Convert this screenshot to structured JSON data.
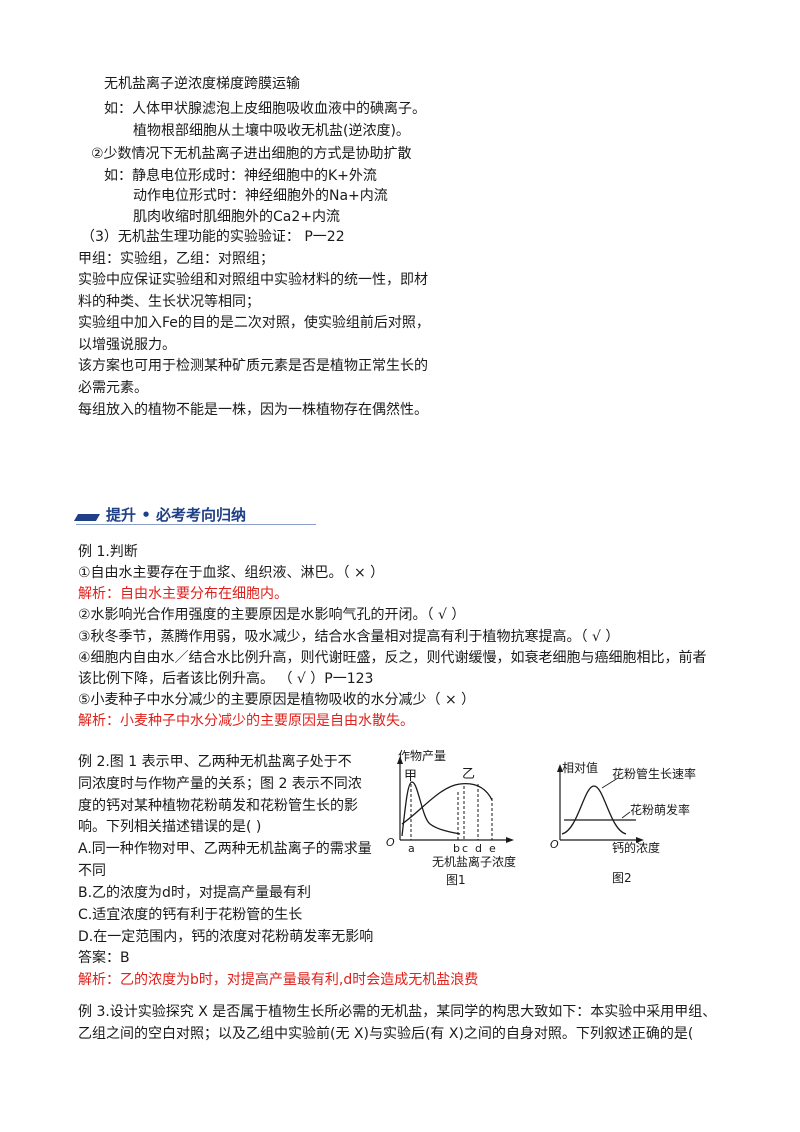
{
  "top_lines": [
    "无机盐离子逆浓度梯度跨膜运输",
    "如：人体甲状腺滤泡上皮细胞吸收血液中的碘离子。",
    "植物根部细胞从土壤中吸收无机盐(逆浓度)。",
    "②少数情况下无机盐离子进出细胞的方式是协助扩散",
    "如：静息电位形成时：神经细胞中的K+外流",
    "动作电位形式时：神经细胞外的Na+内流",
    "肌肉收缩时肌细胞外的Ca2+内流",
    "（3）无机盐生理功能的实验验证：  P一22",
    "甲组：实验组，乙组：对照组；",
    "实验中应保证实验组和对照组中实验材料的统一性，即材",
    "料的种类、生长状况等相同；",
    "实验组中加入Fe的目的是二次对照，使实验组前后对照，",
    "以增强说服力。",
    "该方案也可用于检测某种矿质元素是否是植物正常生长的",
    "必需元素。",
    "每组放入的植物不能是一株，因为一株植物存在偶然性。"
  ],
  "section_heading": "提升 • 必考考向归纳",
  "ex1": [
    "例 1.判断",
    "①自由水主要存在于血浆、组织液、淋巴。（  ×    ）",
    "解析：自由水主要分布在细胞内。",
    "②水影响光合作用强度的主要原因是水影响气孔的开闭。（    √  ）",
    "③秋冬季节，蒸腾作用弱，吸水减少，结合水含量相对提高有利于植物抗寒提高。（       √  ）",
    "④细胞内自由水／结合水比例升高，则代谢旺盛，反之，则代谢缓慢，如衰老细胞与癌细胞相比，前者",
    "该比例下降，后者该比例升高。    （   √   ）P一123",
    "⑤小麦种子中水分减少的主要原因是植物吸收的水分减少（  ×  ）",
    "解析：小麦种子中水分减少的主要原因是自由水散失。"
  ],
  "ex2": [
    "例 2.图 1 表示甲、乙两种无机盐离子处于不",
    "同浓度时与作物产量的关系；图 2 表示不同浓",
    "度的钙对某种植物花粉萌发和花粉管生长的影",
    "响。下列相关描述错误的是(        )",
    "A.同一种作物对甲、乙两种无机盐离子的需求量",
    "不同",
    "B.乙的浓度为d时，对提高产量最有利",
    "C.适宜浓度的钙有利于花粉管的生长",
    "D.在一定范围内，钙的浓度对花粉萌发率无影响",
    "答案：B",
    "解析：乙的浓度为b时，对提高产量最有利,d时会造成无机盐浪费"
  ],
  "ex3": [
    "例 3.设计实验探究 X 是否属于植物生长所必需的无机盐，某同学的构思大致如下：本实验中采用甲组、",
    "乙组之间的空白对照；以及乙组中实验前(无 X)与实验后(有 X)之间的自身对照。下列叙述正确的是("
  ],
  "figures": {
    "fig1": {
      "y_label": "作物产量",
      "origin": "O",
      "curve_labels": [
        "甲",
        "乙"
      ],
      "x_ticks": [
        "a",
        "b",
        "c",
        "d",
        "e"
      ],
      "x_label": "无机盐离子浓度",
      "caption": "图1"
    },
    "fig2": {
      "y_label": "相对值",
      "origin": "O",
      "curve_labels": [
        "花粉管生长速率",
        "花粉萌发率"
      ],
      "x_label": "钙的浓度",
      "caption": "图2"
    }
  },
  "colors": {
    "analysis_red": "#e0201b",
    "heading_blue": "#1f3f86"
  }
}
